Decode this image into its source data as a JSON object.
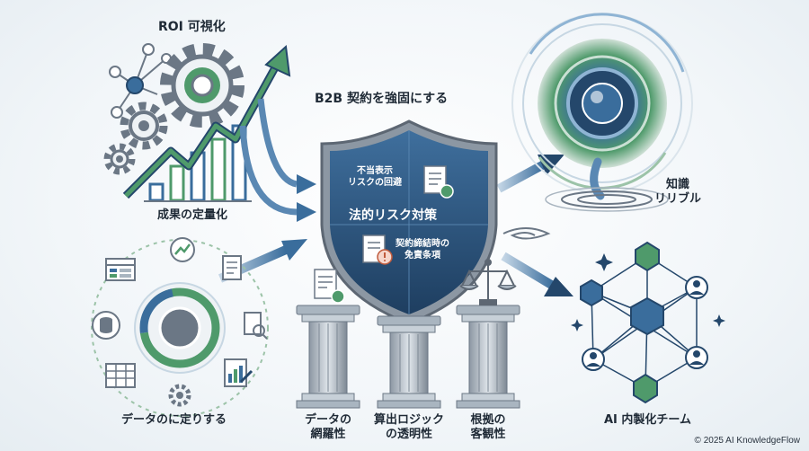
{
  "labels": {
    "roi": "ROI 可視化",
    "quantify": "成果の定量化",
    "b2b": "B2B 契約を強固にする",
    "knowledge_line1": "知識",
    "knowledge_line2": "リリブル",
    "data_define": "データのに定りする",
    "ai_team": "AI 内製化チーム",
    "pillar1_line1": "データの",
    "pillar1_line2": "網羅性",
    "pillar2_line1": "算出ロジック",
    "pillar2_line2": "の透明性",
    "pillar3_line1": "根拠の",
    "pillar3_line2": "客観性"
  },
  "shield": {
    "top_line1": "不当表示",
    "top_line2": "リスクの回避",
    "center": "法的リスク対策",
    "bottom_line1": "契約締結時の",
    "bottom_line2": "免責条項"
  },
  "footer": "© 2025 AI KnowledgeFlow",
  "colors": {
    "navy": "#24476b",
    "blue": "#3a6d9c",
    "green": "#4f9a6b",
    "grey": "#6b7785",
    "light_blue": "#8fb4d4"
  }
}
